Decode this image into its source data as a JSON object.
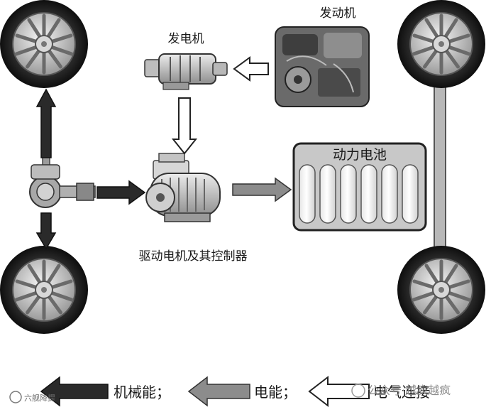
{
  "labels": {
    "engine": "发动机",
    "generator": "发电机",
    "battery": "动力电池",
    "motor": "驱动电机及其控制器"
  },
  "legend": {
    "mechanical": "机械能；",
    "electrical": "电能；",
    "connection": "电气连接"
  },
  "watermarks": {
    "left": "六舰降提",
    "right": "公众号·越疯越疯"
  },
  "colors": {
    "mechanical_arrow": "#2a2a2a",
    "electrical_arrow": "#8c8c8c",
    "connection_arrow": "#ffffff",
    "battery_fill": "#c8c8c8"
  }
}
